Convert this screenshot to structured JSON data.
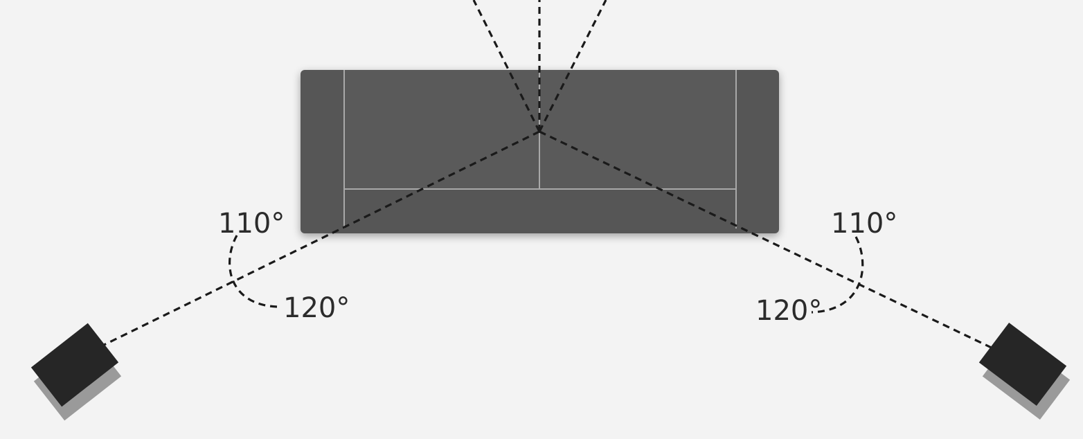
{
  "colors": {
    "background": "#f3f3f3",
    "sofa": "#575757",
    "sofa_seam": "#a9a9a9",
    "speaker": "#262626",
    "speaker_shadow": "#9a9a9a",
    "lines": "#1a1a1a",
    "label": "#2b2b2b"
  },
  "labels": {
    "left_inner": "110°",
    "left_outer": "120°",
    "right_inner": "110°",
    "right_outer": "120°"
  },
  "objects": {
    "sofa": "sofa",
    "left_speaker": "surround-speaker-left",
    "right_speaker": "surround-speaker-right"
  }
}
